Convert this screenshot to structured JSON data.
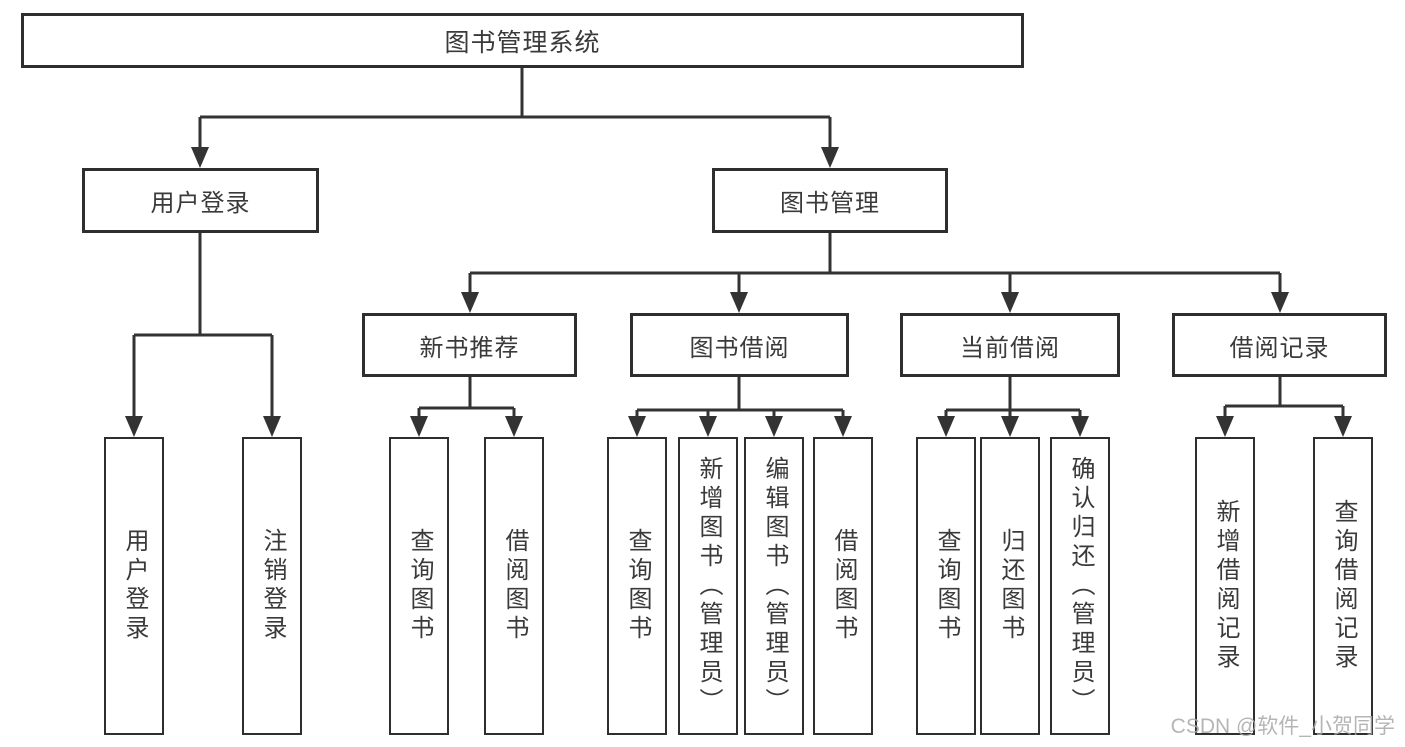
{
  "diagram_type": "tree",
  "watermark": "CSDN @软件_小贺同学",
  "colors": {
    "line": "#333333",
    "box_border": "#2e2e2e",
    "box_fill": "#ffffff",
    "text": "#3a3a3a",
    "watermark": "#a9a9a9",
    "background": "#ffffff"
  },
  "tree": {
    "label": "图书管理系统",
    "children": [
      {
        "label": "用户登录",
        "children": [
          {
            "label": "用户登录"
          },
          {
            "label": "注销登录"
          }
        ]
      },
      {
        "label": "图书管理",
        "children": [
          {
            "label": "新书推荐",
            "children": [
              {
                "label": "查询图书"
              },
              {
                "label": "借阅图书"
              }
            ]
          },
          {
            "label": "图书借阅",
            "children": [
              {
                "label": "查询图书"
              },
              {
                "label": "新增图书（管理员）"
              },
              {
                "label": "编辑图书（管理员）"
              },
              {
                "label": "借阅图书"
              }
            ]
          },
          {
            "label": "当前借阅",
            "children": [
              {
                "label": "查询图书"
              },
              {
                "label": "归还图书"
              },
              {
                "label": "确认归还（管理员）"
              }
            ]
          },
          {
            "label": "借阅记录",
            "children": [
              {
                "label": "新增借阅记录"
              },
              {
                "label": "查询借阅记录"
              }
            ]
          }
        ]
      }
    ]
  }
}
